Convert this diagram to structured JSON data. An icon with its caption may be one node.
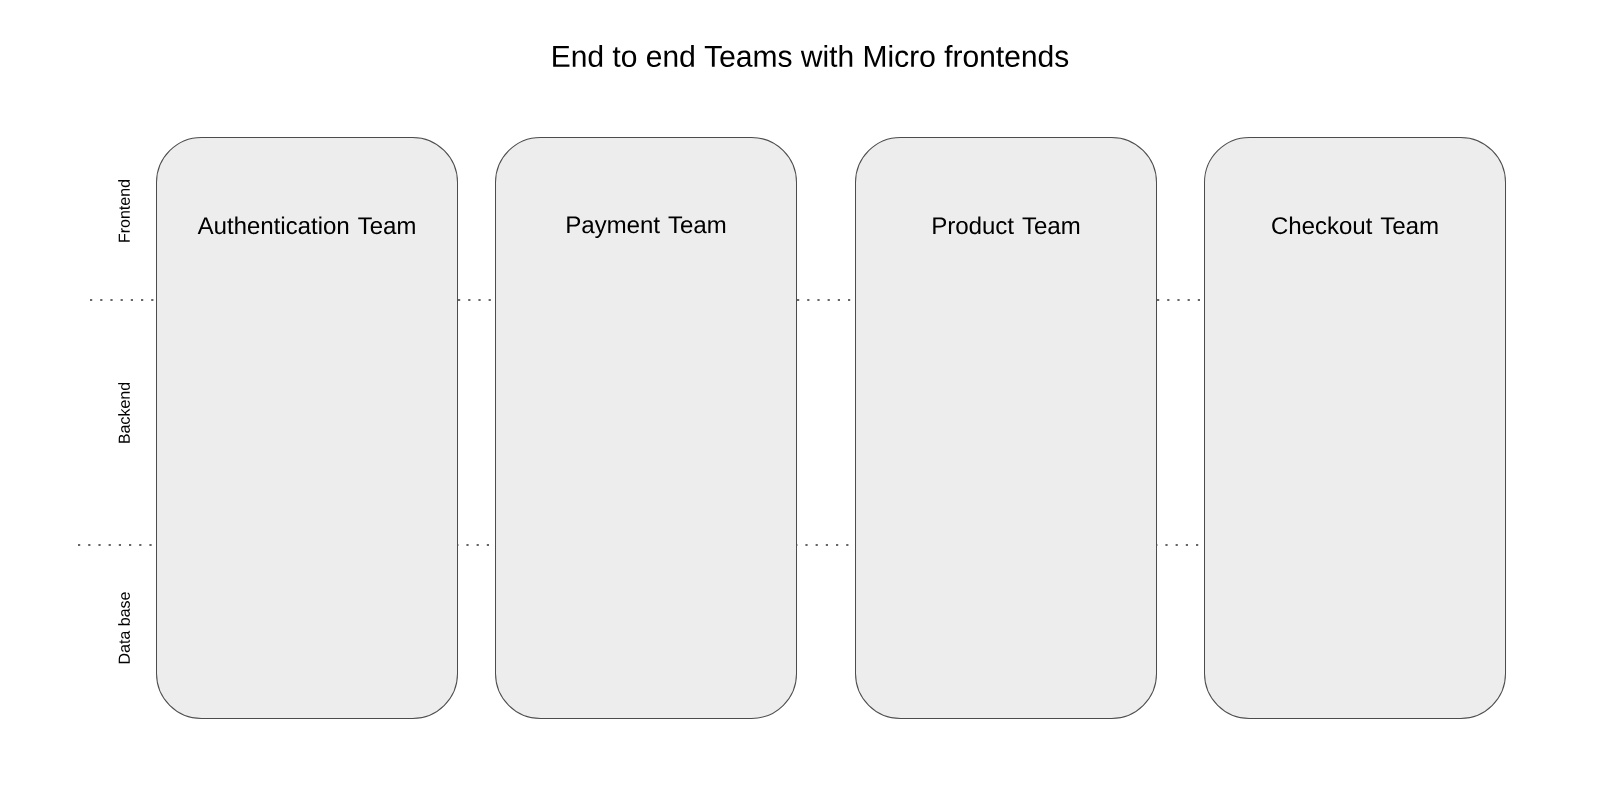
{
  "diagram": {
    "title": "End to end Teams with Micro frontends",
    "nodes": [
      {
        "text": [
          "Authentication Team"
        ]
      },
      {
        "text": [
          "Payment Team"
        ]
      },
      {
        "text": [
          "Product Team"
        ]
      },
      {
        "text": [
          "Checkout Team"
        ]
      }
    ],
    "labels": [
      "Frontend",
      "Backend",
      "Data base"
    ]
  }
}
